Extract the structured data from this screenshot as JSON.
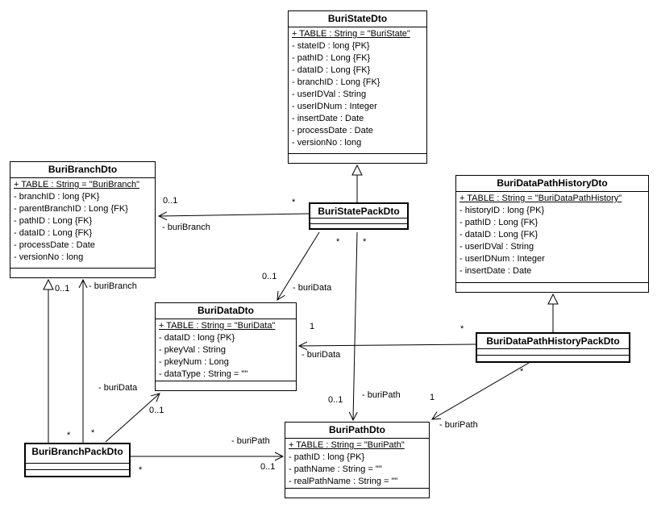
{
  "diagram": {
    "colors": {
      "line": "#000000",
      "background": "#ffffff",
      "box_fill": "#ffffff"
    },
    "classes": {
      "buri_state_dto": {
        "name": "BuriStateDto",
        "table_attr": "+ TABLE : String = \"BuriState\"",
        "attributes": [
          "- stateID : long {PK}",
          "- pathID : Long {FK}",
          "- dataID : Long {FK}",
          "- branchID : Long {FK}",
          "- userIDVal : String",
          "- userIDNum : Integer",
          "- insertDate : Date",
          "- processDate : Date",
          "- versionNo : long"
        ]
      },
      "buri_branch_dto": {
        "name": "BuriBranchDto",
        "table_attr": "+ TABLE : String = \"BuriBranch\"",
        "attributes": [
          "- branchID : long {PK}",
          "- parentBranchID : Long {FK}",
          "- pathID : Long {FK}",
          "- dataID : Long {FK}",
          "- processDate : Date",
          "- versionNo : long"
        ]
      },
      "buri_data_path_history_dto": {
        "name": "BuriDataPathHistoryDto",
        "table_attr": "+ TABLE : String = \"BuriDataPathHistory\"",
        "attributes": [
          "- historyID : long {PK}",
          "- pathID : Long {FK}",
          "- dataID : Long {FK}",
          "- userIDVal : String",
          "- userIDNum : Integer",
          "- insertDate : Date"
        ]
      },
      "buri_data_dto": {
        "name": "BuriDataDto",
        "table_attr": "+ TABLE : String = \"BuriData\"",
        "attributes": [
          "- dataID : long {PK}",
          "- pkeyVal : String",
          "- pkeyNum : Long",
          "- dataType : String = \"\""
        ]
      },
      "buri_path_dto": {
        "name": "BuriPathDto",
        "table_attr": "+ TABLE : String = \"BuriPath\"",
        "attributes": [
          "- pathID : long {PK}",
          "- pathName : String = \"\"",
          "- realPathName : String = \"\""
        ]
      },
      "buri_state_pack_dto": {
        "name": "BuriStatePackDto"
      },
      "buri_data_path_history_pack_dto": {
        "name": "BuriDataPathHistoryPackDto"
      },
      "buri_branch_pack_dto": {
        "name": "BuriBranchPackDto"
      }
    },
    "associations": {
      "statepack_branch": {
        "role": "- buriBranch",
        "target_mult": "0..1",
        "source_mult": "*"
      },
      "statepack_data": {
        "role": "- buriData",
        "target_mult": "0..1",
        "source_mult": "*"
      },
      "statepack_path": {
        "role": "- buriPath",
        "target_mult": "0..1",
        "source_mult": "*"
      },
      "historypack_data": {
        "role": "- buriData",
        "target_mult": "1",
        "source_mult": "*"
      },
      "historypack_path": {
        "role": "- buriPath",
        "target_mult": "1",
        "source_mult": "*"
      },
      "branchpack_branch": {
        "role": "- buriBranch",
        "target_mult": "0..1",
        "source_mult": "*"
      },
      "branchpack_data": {
        "role": "- buriData",
        "target_mult": "0..1",
        "source_mult": "*"
      },
      "branchpack_path": {
        "role": "- buriPath",
        "target_mult": "0..1",
        "source_mult": "*"
      }
    }
  }
}
